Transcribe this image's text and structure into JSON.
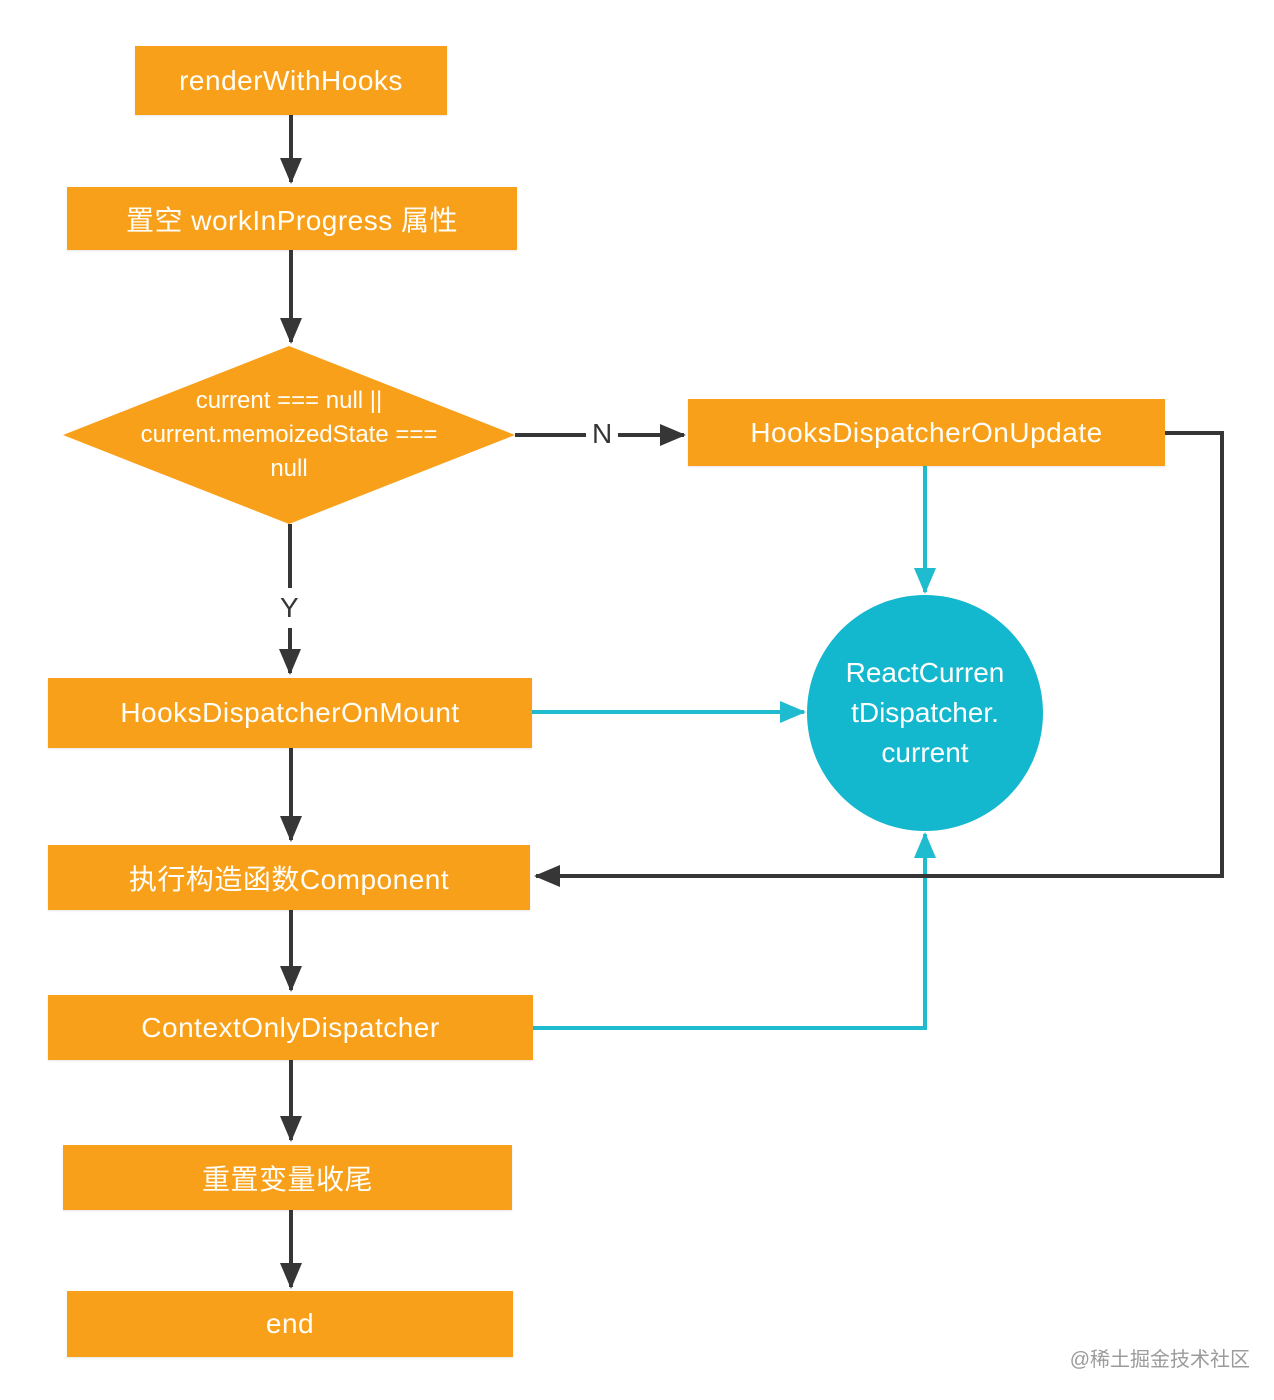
{
  "colors": {
    "node_orange": "#F9A01B",
    "circle_cyan": "#14B8CE",
    "edge_dark": "#363636",
    "edge_cyan": "#1FBCCF",
    "node_text": "#FFFFFF",
    "watermark_gray": "#9B9B9B"
  },
  "nodes": {
    "render": "renderWithHooks",
    "clear": "置空 workInProgress 属性",
    "decision": [
      "current === null ||",
      "current.memoizedState ===",
      "null"
    ],
    "update": "HooksDispatcherOnUpdate",
    "mount": "HooksDispatcherOnMount",
    "dispatcher_circle": [
      "ReactCurren",
      "tDispatcher.",
      "current"
    ],
    "exec": "执行构造函数Component",
    "context": "ContextOnlyDispatcher",
    "reset": "重置变量收尾",
    "end": "end"
  },
  "edge_labels": {
    "no": "N",
    "yes": "Y"
  },
  "watermark": "@稀土掘金技术社区"
}
